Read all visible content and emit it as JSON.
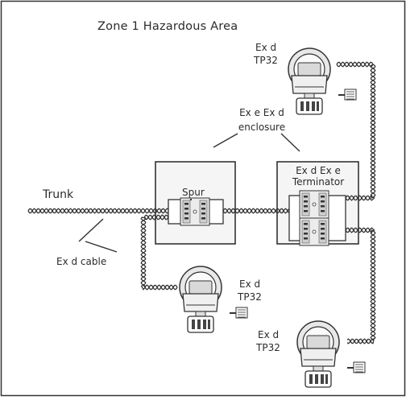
{
  "diagram": {
    "title": "Zone 1 Hazardous Area",
    "labels": {
      "trunk": "Trunk",
      "spur": "Spur",
      "terminator_line1": "Ex d Ex e",
      "terminator_line2": "Terminator",
      "enclosure_line1": "Ex e Ex d",
      "enclosure_line2": "enclosure",
      "cable": "Ex d cable"
    },
    "devices": [
      {
        "line1": "Ex d",
        "line2": "TP32"
      },
      {
        "line1": "Ex d",
        "line2": "TP32"
      },
      {
        "line1": "Ex d",
        "line2": "TP32"
      }
    ]
  }
}
